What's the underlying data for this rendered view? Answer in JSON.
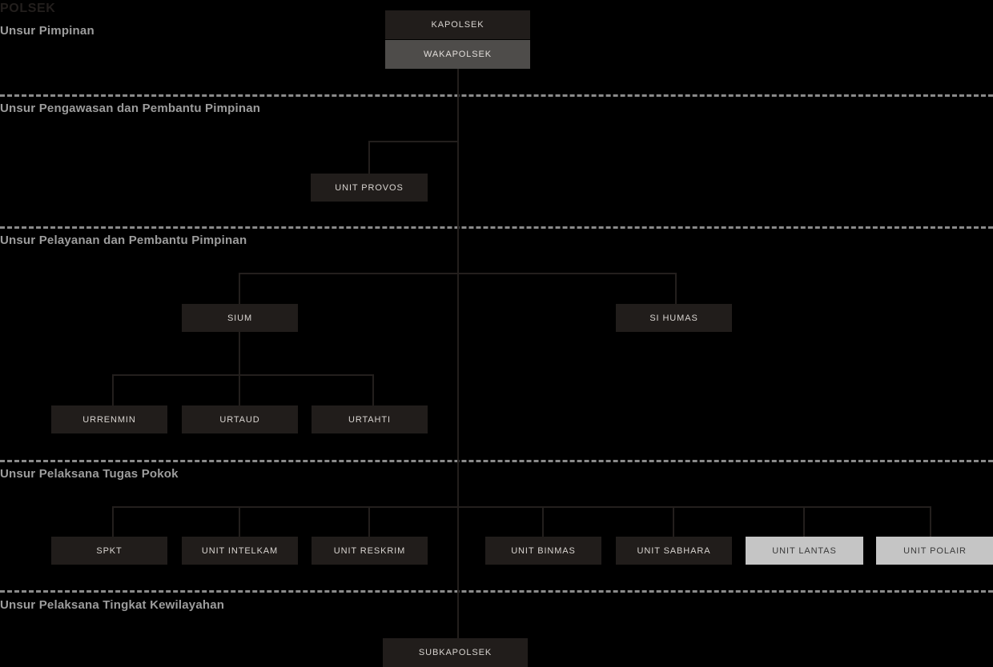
{
  "page": {
    "title": "POLSEK"
  },
  "sections": [
    {
      "label": "Unsur Pimpinan"
    },
    {
      "label": "Unsur Pengawasan dan Pembantu Pimpinan"
    },
    {
      "label": "Unsur Pelayanan dan Pembantu Pimpinan"
    },
    {
      "label": "Unsur Pelaksana Tugas Pokok"
    },
    {
      "label": "Unsur Pelaksana Tingkat Kewilayahan"
    }
  ],
  "nodes": {
    "kapolsek": "KAPOLSEK",
    "wakapolsek": "WAKAPOLSEK",
    "unit_provos": "UNIT PROVOS",
    "sium": "SIUM",
    "si_humas": "SI HUMAS",
    "urrenmin": "URRENMIN",
    "urtaud": "URTAUD",
    "urtahti": "URTAHTI",
    "spkt": "SPKT",
    "unit_intelkam": "UNIT INTELKAM",
    "unit_reskrim": "UNIT RESKRIM",
    "unit_binmas": "UNIT BINMAS",
    "unit_sabhara": "UNIT SABHARA",
    "unit_lantas": "UNIT LANTAS",
    "unit_polair": "UNIT POLAIR",
    "subkapolsek": "SUBKAPOLSEK"
  },
  "colors": {
    "background": "#000000",
    "box_dark": "#211d1b",
    "box_mid": "#4e4c4a",
    "box_light": "#c5c5c5",
    "line": "#231f1d",
    "section_text": "#9d9d9d",
    "title_text": "#231f1d",
    "divider": "#8a8a8a"
  }
}
